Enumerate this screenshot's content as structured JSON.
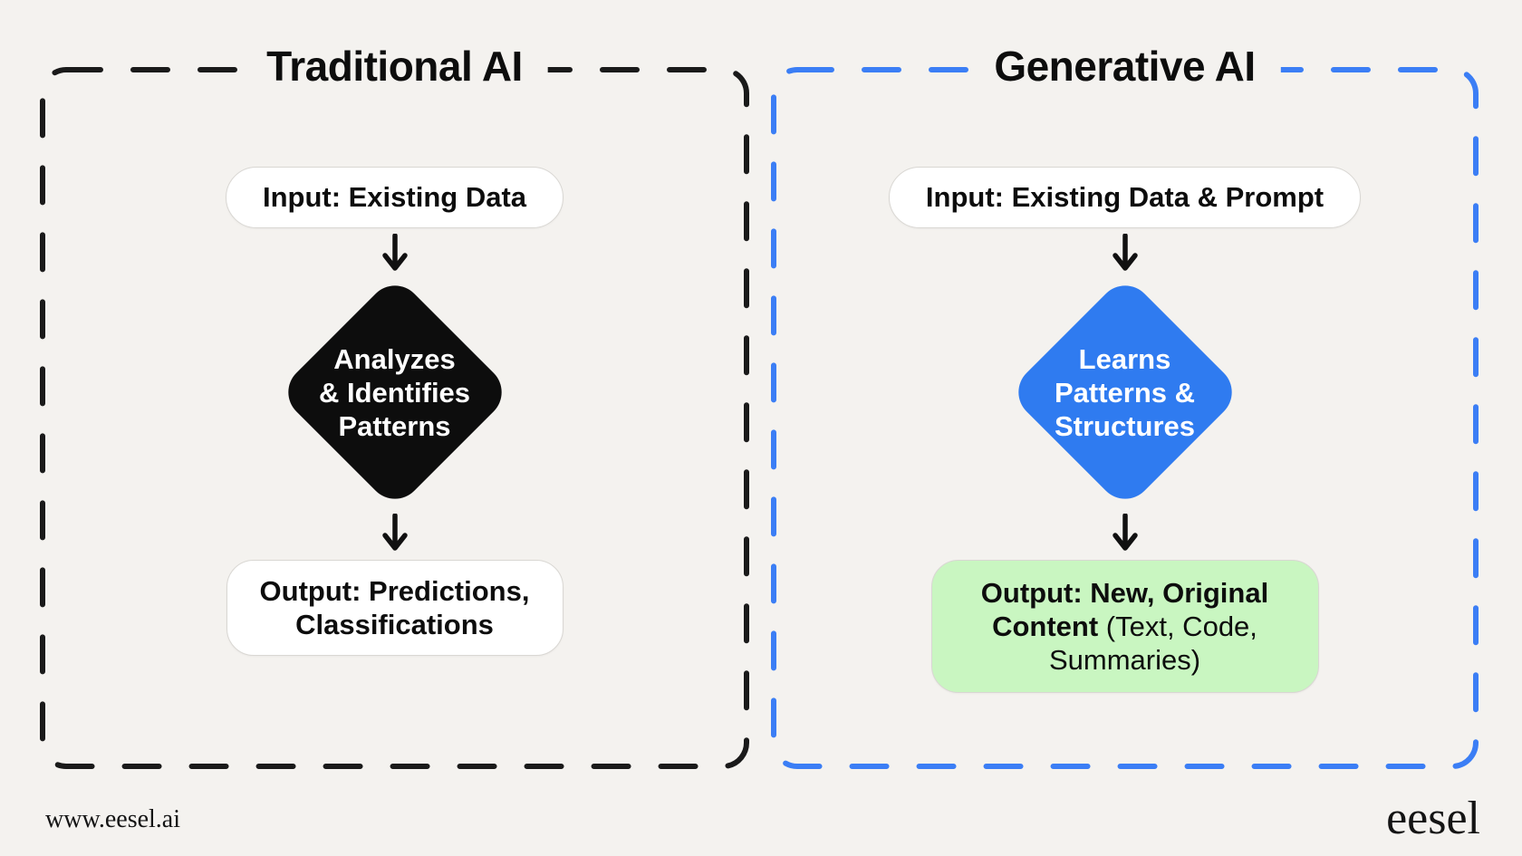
{
  "page": {
    "background": "#f4f2ef",
    "footer_url": "www.eesel.ai",
    "logo": "eesel",
    "arrow_color": "#111111"
  },
  "panels": [
    {
      "title": "Traditional AI",
      "accent": "#1a1a1a",
      "input_label": "Input: Existing Data",
      "diamond_lines": [
        "Analyzes",
        "& Identifies",
        "Patterns"
      ],
      "diamond_color": "#0d0d0d",
      "output_bold": "Output: Predictions, Classifications",
      "output_regular": "",
      "output_bg": "#ffffff"
    },
    {
      "title": "Generative AI",
      "accent": "#3b7ef5",
      "input_label": "Input: Existing Data & Prompt",
      "diamond_lines": [
        "Learns",
        "Patterns &",
        "Structures"
      ],
      "diamond_color": "#2f7bf0",
      "output_bold": "Output: New, Original Content",
      "output_regular": " (Text, Code, Summaries)",
      "output_bg": "#c9f6c1"
    }
  ]
}
